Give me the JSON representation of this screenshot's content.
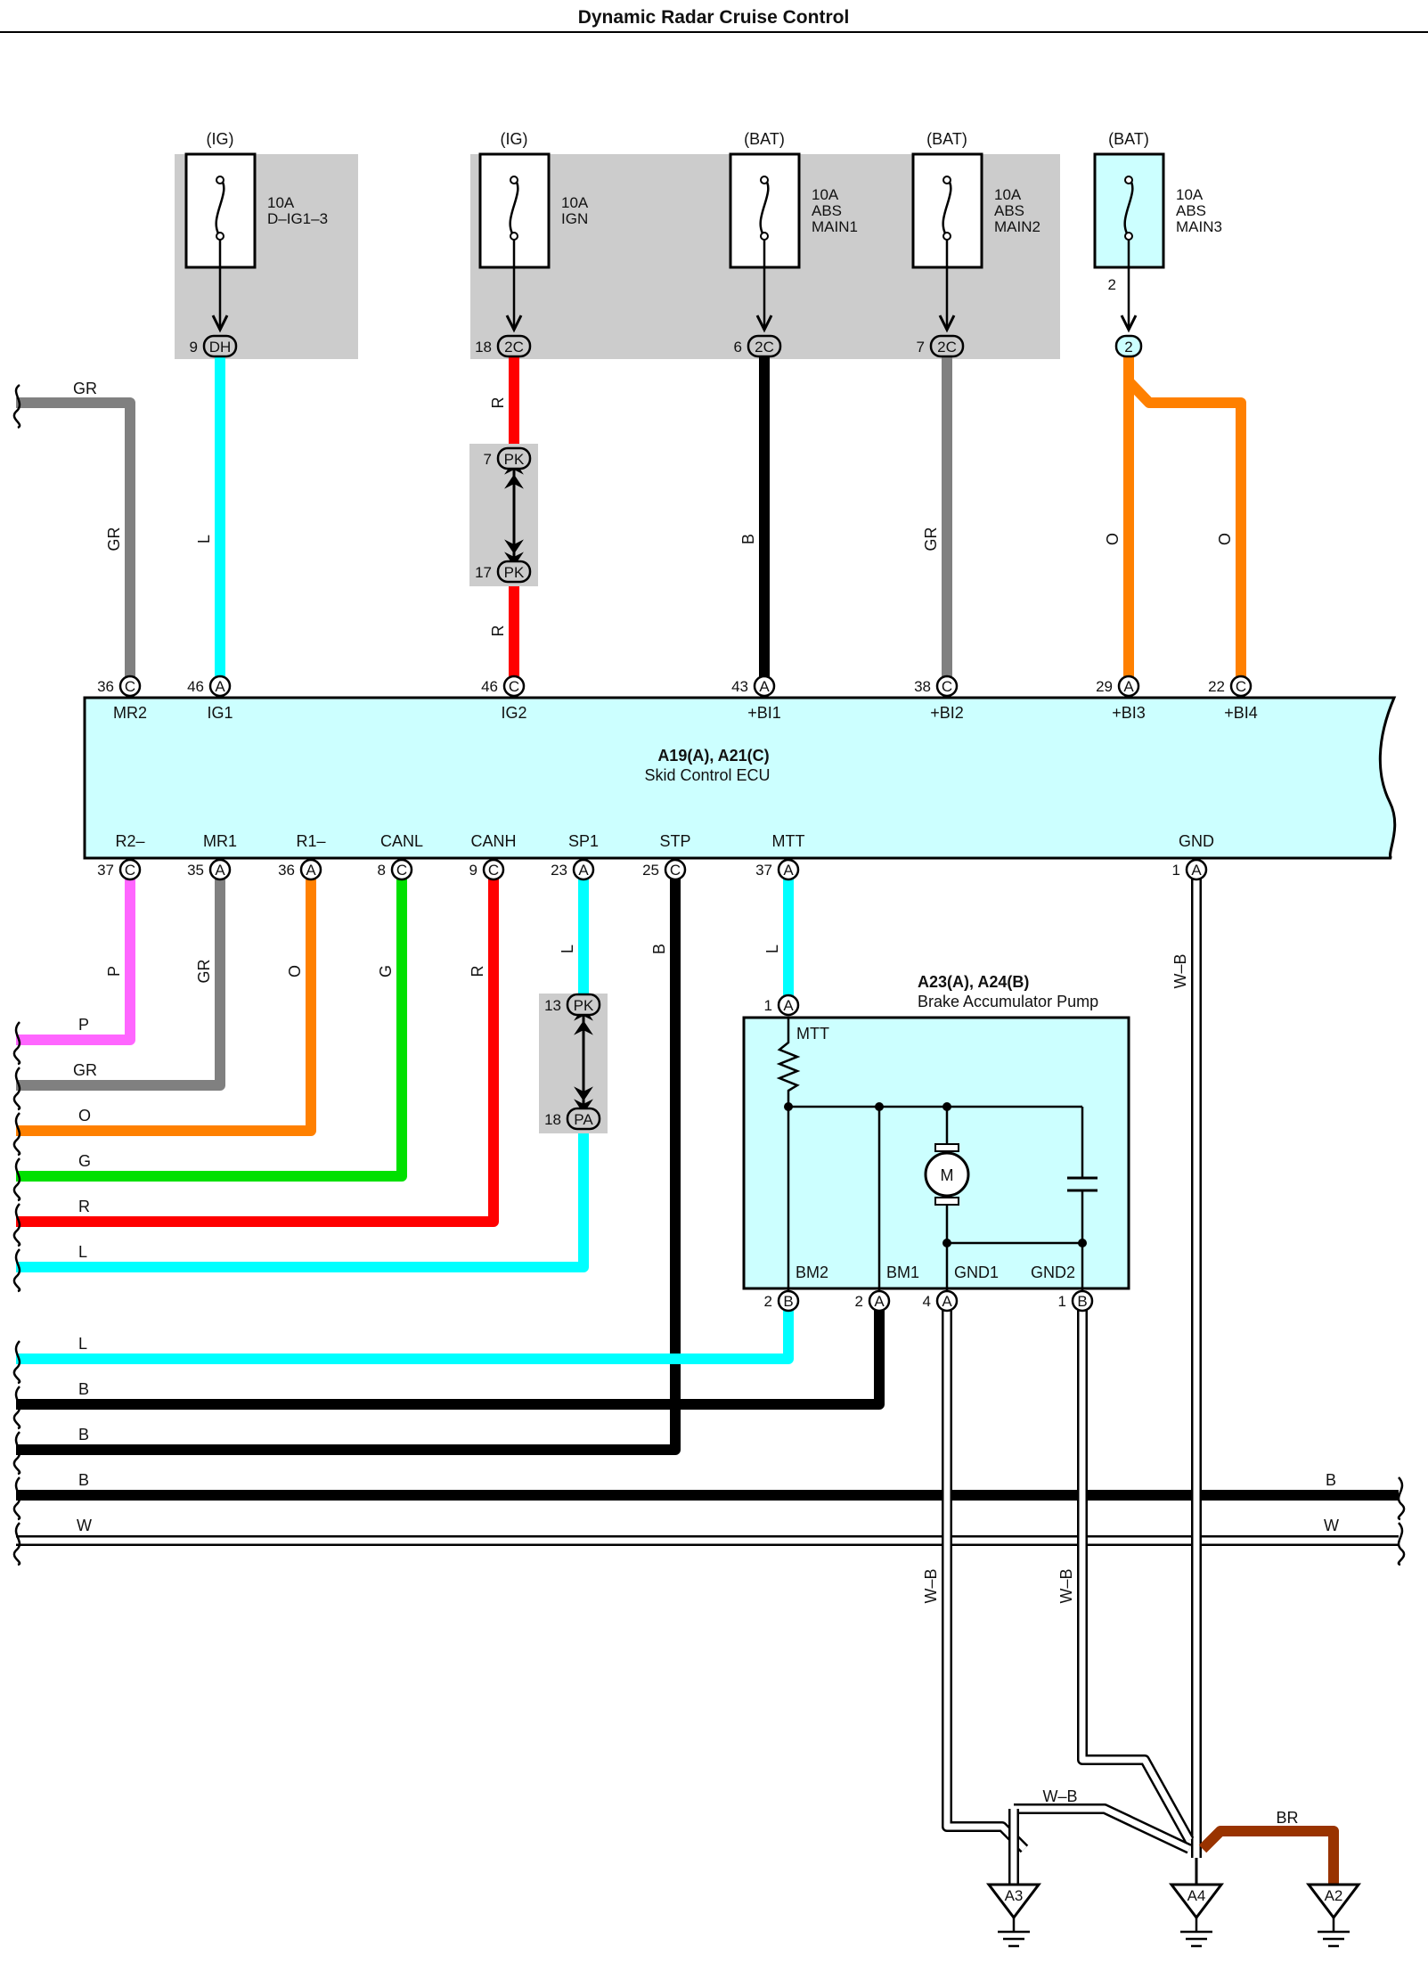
{
  "title": "Dynamic Radar Cruise Control",
  "fuses": [
    {
      "source": "(IG)",
      "label": [
        "10A",
        "D–IG1–3"
      ],
      "connector": "DH",
      "pin": "9"
    },
    {
      "source": "(IG)",
      "label": [
        "10A",
        "IGN"
      ],
      "connector": "2C",
      "pin": "18"
    },
    {
      "source": "(BAT)",
      "label": [
        "10A",
        "ABS",
        "MAIN1"
      ],
      "connector": "2C",
      "pin": "6"
    },
    {
      "source": "(BAT)",
      "label": [
        "10A",
        "ABS",
        "MAIN2"
      ],
      "connector": "2C",
      "pin": "7"
    },
    {
      "source": "(BAT)",
      "label": [
        "10A",
        "ABS",
        "MAIN3"
      ],
      "connector": "2",
      "pin": "2"
    }
  ],
  "junction_pk": [
    {
      "pin": "7",
      "connector": "PK"
    },
    {
      "pin": "17",
      "connector": "PK"
    }
  ],
  "junction_pa": [
    {
      "pin": "13",
      "connector": "PK"
    },
    {
      "pin": "18",
      "connector": "PA"
    }
  ],
  "ecu": {
    "name": "A19(A), A21(C)",
    "desc": "Skid Control ECU",
    "top_pins": [
      {
        "num": "36",
        "conn": "C",
        "name": "MR2"
      },
      {
        "num": "46",
        "conn": "A",
        "name": "IG1"
      },
      {
        "num": "46",
        "conn": "C",
        "name": "IG2"
      },
      {
        "num": "43",
        "conn": "A",
        "name": "+BI1"
      },
      {
        "num": "38",
        "conn": "C",
        "name": "+BI2"
      },
      {
        "num": "29",
        "conn": "A",
        "name": "+BI3"
      },
      {
        "num": "22",
        "conn": "C",
        "name": "+BI4"
      }
    ],
    "bottom_pins": [
      {
        "num": "37",
        "conn": "C",
        "name": "R2–"
      },
      {
        "num": "35",
        "conn": "A",
        "name": "MR1"
      },
      {
        "num": "36",
        "conn": "A",
        "name": "R1–"
      },
      {
        "num": "8",
        "conn": "C",
        "name": "CANL"
      },
      {
        "num": "9",
        "conn": "C",
        "name": "CANH"
      },
      {
        "num": "23",
        "conn": "A",
        "name": "SP1"
      },
      {
        "num": "25",
        "conn": "C",
        "name": "STP"
      },
      {
        "num": "37",
        "conn": "A",
        "name": "MTT"
      },
      {
        "num": "1",
        "conn": "A",
        "name": "GND"
      }
    ]
  },
  "pump": {
    "name": "A23(A), A24(B)",
    "desc": "Brake Accumulator Pump",
    "top_pin": {
      "num": "1",
      "conn": "A",
      "name": "MTT"
    },
    "motor": "M",
    "bottom_pins": [
      {
        "num": "2",
        "conn": "B",
        "name": "BM2"
      },
      {
        "num": "2",
        "conn": "A",
        "name": "BM1"
      },
      {
        "num": "4",
        "conn": "A",
        "name": "GND1"
      },
      {
        "num": "1",
        "conn": "B",
        "name": "GND2"
      }
    ]
  },
  "wire_labels": {
    "top": [
      "GR",
      "GR",
      "L",
      "R",
      "R",
      "B",
      "GR",
      "O",
      "O"
    ],
    "bottom": [
      "P",
      "GR",
      "O",
      "G",
      "R",
      "L",
      "B",
      "L",
      "W–B"
    ],
    "left_edge": [
      "GR",
      "P",
      "GR",
      "O",
      "G",
      "R",
      "L",
      "L",
      "B",
      "B",
      "B",
      "W"
    ],
    "right_edge": [
      "B",
      "W"
    ],
    "ground": [
      "W–B",
      "W–B",
      "W–B",
      "BR"
    ]
  },
  "grounds": [
    "A3",
    "A4",
    "A2"
  ],
  "colors": {
    "GR": "#808080",
    "L": "#00ffff",
    "R": "#ff0000",
    "B": "#000000",
    "O": "#ff8000",
    "P": "#ff66ff",
    "G": "#00e000",
    "BR": "#993300",
    "ecu_fill": "#ccffff",
    "fuse_bg": "#cccccc"
  }
}
